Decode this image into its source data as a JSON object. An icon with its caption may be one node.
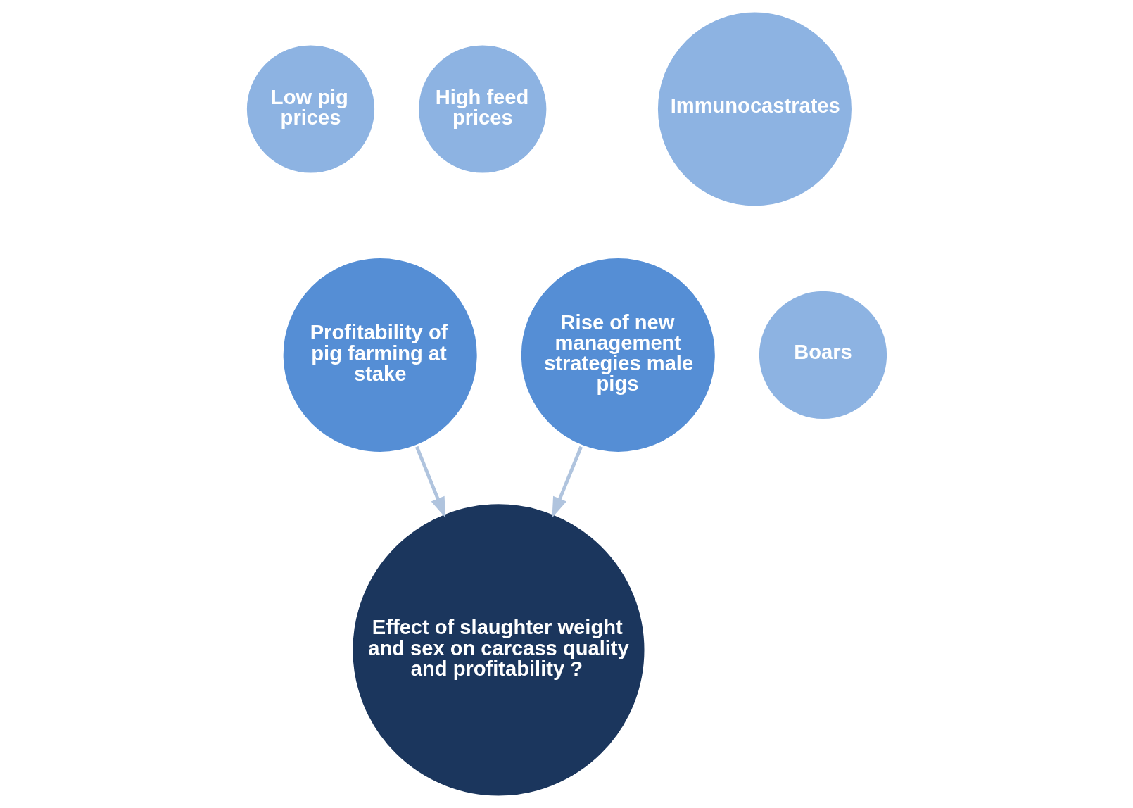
{
  "diagram": {
    "nodes": [
      {
        "text": [
          "Low pig prices"
        ]
      },
      {
        "text": [
          "High feed prices"
        ]
      },
      {
        "text": [
          "Profitability of pig farming at stake"
        ]
      },
      {
        "text": [
          "Immunocastrates"
        ]
      },
      {
        "text": [
          "Rise of new management strategies male pigs"
        ]
      },
      {
        "text": [
          "Boars"
        ]
      },
      {
        "text": [
          "Effect of slaughter weight and sex on carcass quality and profitability ?"
        ]
      }
    ],
    "edges": [
      {
        "from": 2,
        "to": 6,
        "arrow": "to"
      },
      {
        "from": 4,
        "to": 6,
        "arrow": "to"
      }
    ]
  }
}
